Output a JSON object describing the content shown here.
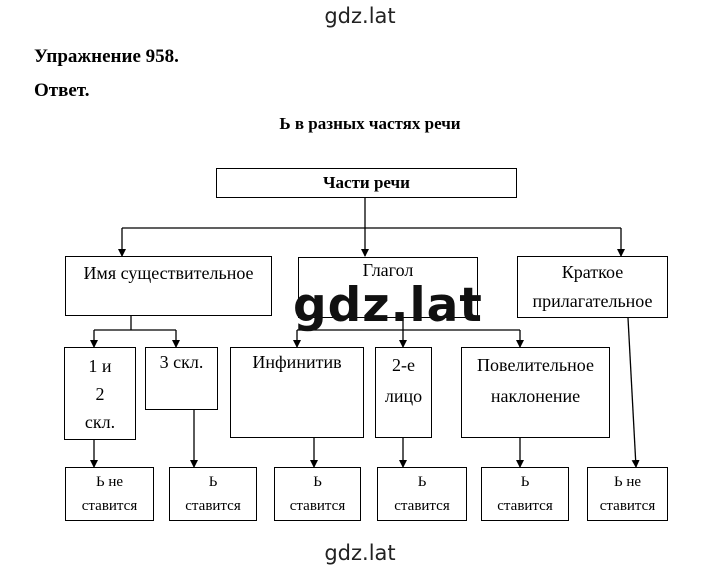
{
  "watermark": {
    "top": "gdz.lat",
    "center": "gdz.lat",
    "bottom": "gdz.lat"
  },
  "header": {
    "exercise": "Упражнение 958.",
    "answer": "Ответ."
  },
  "diagram": {
    "title": "Ь в разных частях речи",
    "root": "Части речи",
    "noun": "Имя существительное",
    "verb": "Глагол",
    "adjective": [
      "Краткое",
      "прилагательное"
    ],
    "decl12": [
      "1 и",
      "2",
      "скл."
    ],
    "decl3": "3 скл.",
    "infinitive": "Инфинитив",
    "second_person": [
      "2-е",
      "лицо"
    ],
    "imperative": [
      "Повелительное",
      "наклонение"
    ],
    "results": [
      [
        "Ь не",
        "ставится"
      ],
      [
        "Ь",
        "ставится"
      ],
      [
        "Ь",
        "ставится"
      ],
      [
        "Ь",
        "ставится"
      ],
      [
        "Ь",
        "ставится"
      ],
      [
        "Ь не",
        "ставится"
      ]
    ]
  }
}
